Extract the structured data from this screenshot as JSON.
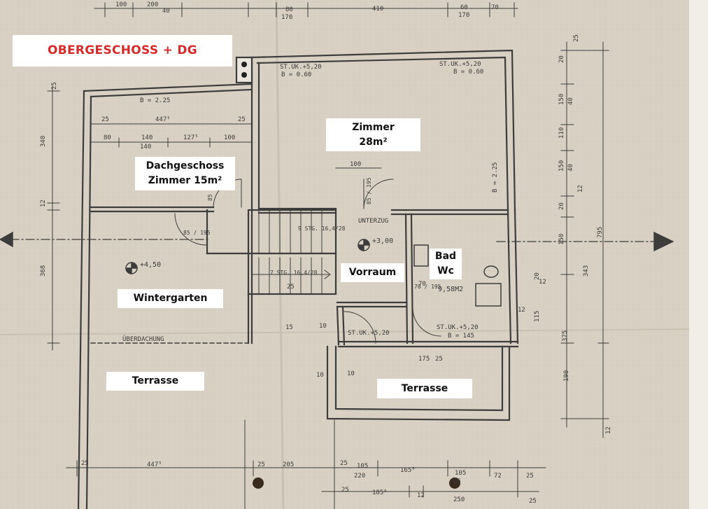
{
  "title": "OBERGESCHOSS + DG",
  "rooms": {
    "zimmer": {
      "line1": "Zimmer",
      "line2": "28m²"
    },
    "dachgeschoss": {
      "line1": "Dachgeschoss",
      "line2": "Zimmer 15m²"
    },
    "bad": {
      "line1": "Bad",
      "line2": "Wc"
    },
    "vorraum": "Vorraum",
    "wintergarten": "Wintergarten",
    "terrasse_left": "Terrasse",
    "terrasse_right": "Terrasse"
  },
  "annotations": {
    "stuk_left": "ST.UK.+5,20",
    "b060_left": "B = 0.60",
    "stuk_right": "ST.UK.+5,20",
    "b060_right": "B = 0.60",
    "b225_top": "B = 2.25",
    "b225_side": "B = 2.25",
    "unterzug": "UNTERZUG",
    "stg_upper": "9 STG. 16,4/28",
    "stg_lower": "7 STG. 16,4/28",
    "level_300": "+3,00",
    "level_450": "+4,50",
    "bad_area": "9,58M2",
    "uberdachung": "ÜBERDACHUNG",
    "stuk_vorraum": "ST.UK.+5,20",
    "stuk_bad": "ST.UK.+5,20",
    "b145": "B = 145",
    "door_dg": "85 / 195",
    "door_zimmer": "85 / 195",
    "door_bad": "70 / 195",
    "door_wg": "85 / 195"
  },
  "dimensions": {
    "top": [
      "100",
      "200",
      "40",
      "80",
      "170",
      "410",
      "60",
      "170",
      "70"
    ],
    "dg_row1": [
      "25",
      "447⁵",
      "25"
    ],
    "dg_row2": [
      "80",
      "140",
      "140",
      "127⁵",
      "100"
    ],
    "zimmer_100": "100",
    "bottom_row1": [
      "25",
      "447⁵",
      "25",
      "205",
      "25",
      "105",
      "220",
      "165⁵",
      "105",
      "05",
      "72",
      "25"
    ],
    "bottom_row2": [
      "25",
      "185⁵",
      "12",
      "250",
      "25"
    ],
    "left": [
      "25",
      "340",
      "12",
      "368"
    ],
    "right_inner": [
      "20",
      "150",
      "40",
      "110",
      "150",
      "40",
      "12",
      "20",
      "150",
      "343",
      "20",
      "115",
      "375",
      "190",
      "12"
    ],
    "right_outer": [
      "25",
      "795"
    ],
    "misc": [
      "10",
      "10",
      "10",
      "15",
      "25",
      "12",
      "70",
      "25",
      "175",
      "12"
    ]
  }
}
